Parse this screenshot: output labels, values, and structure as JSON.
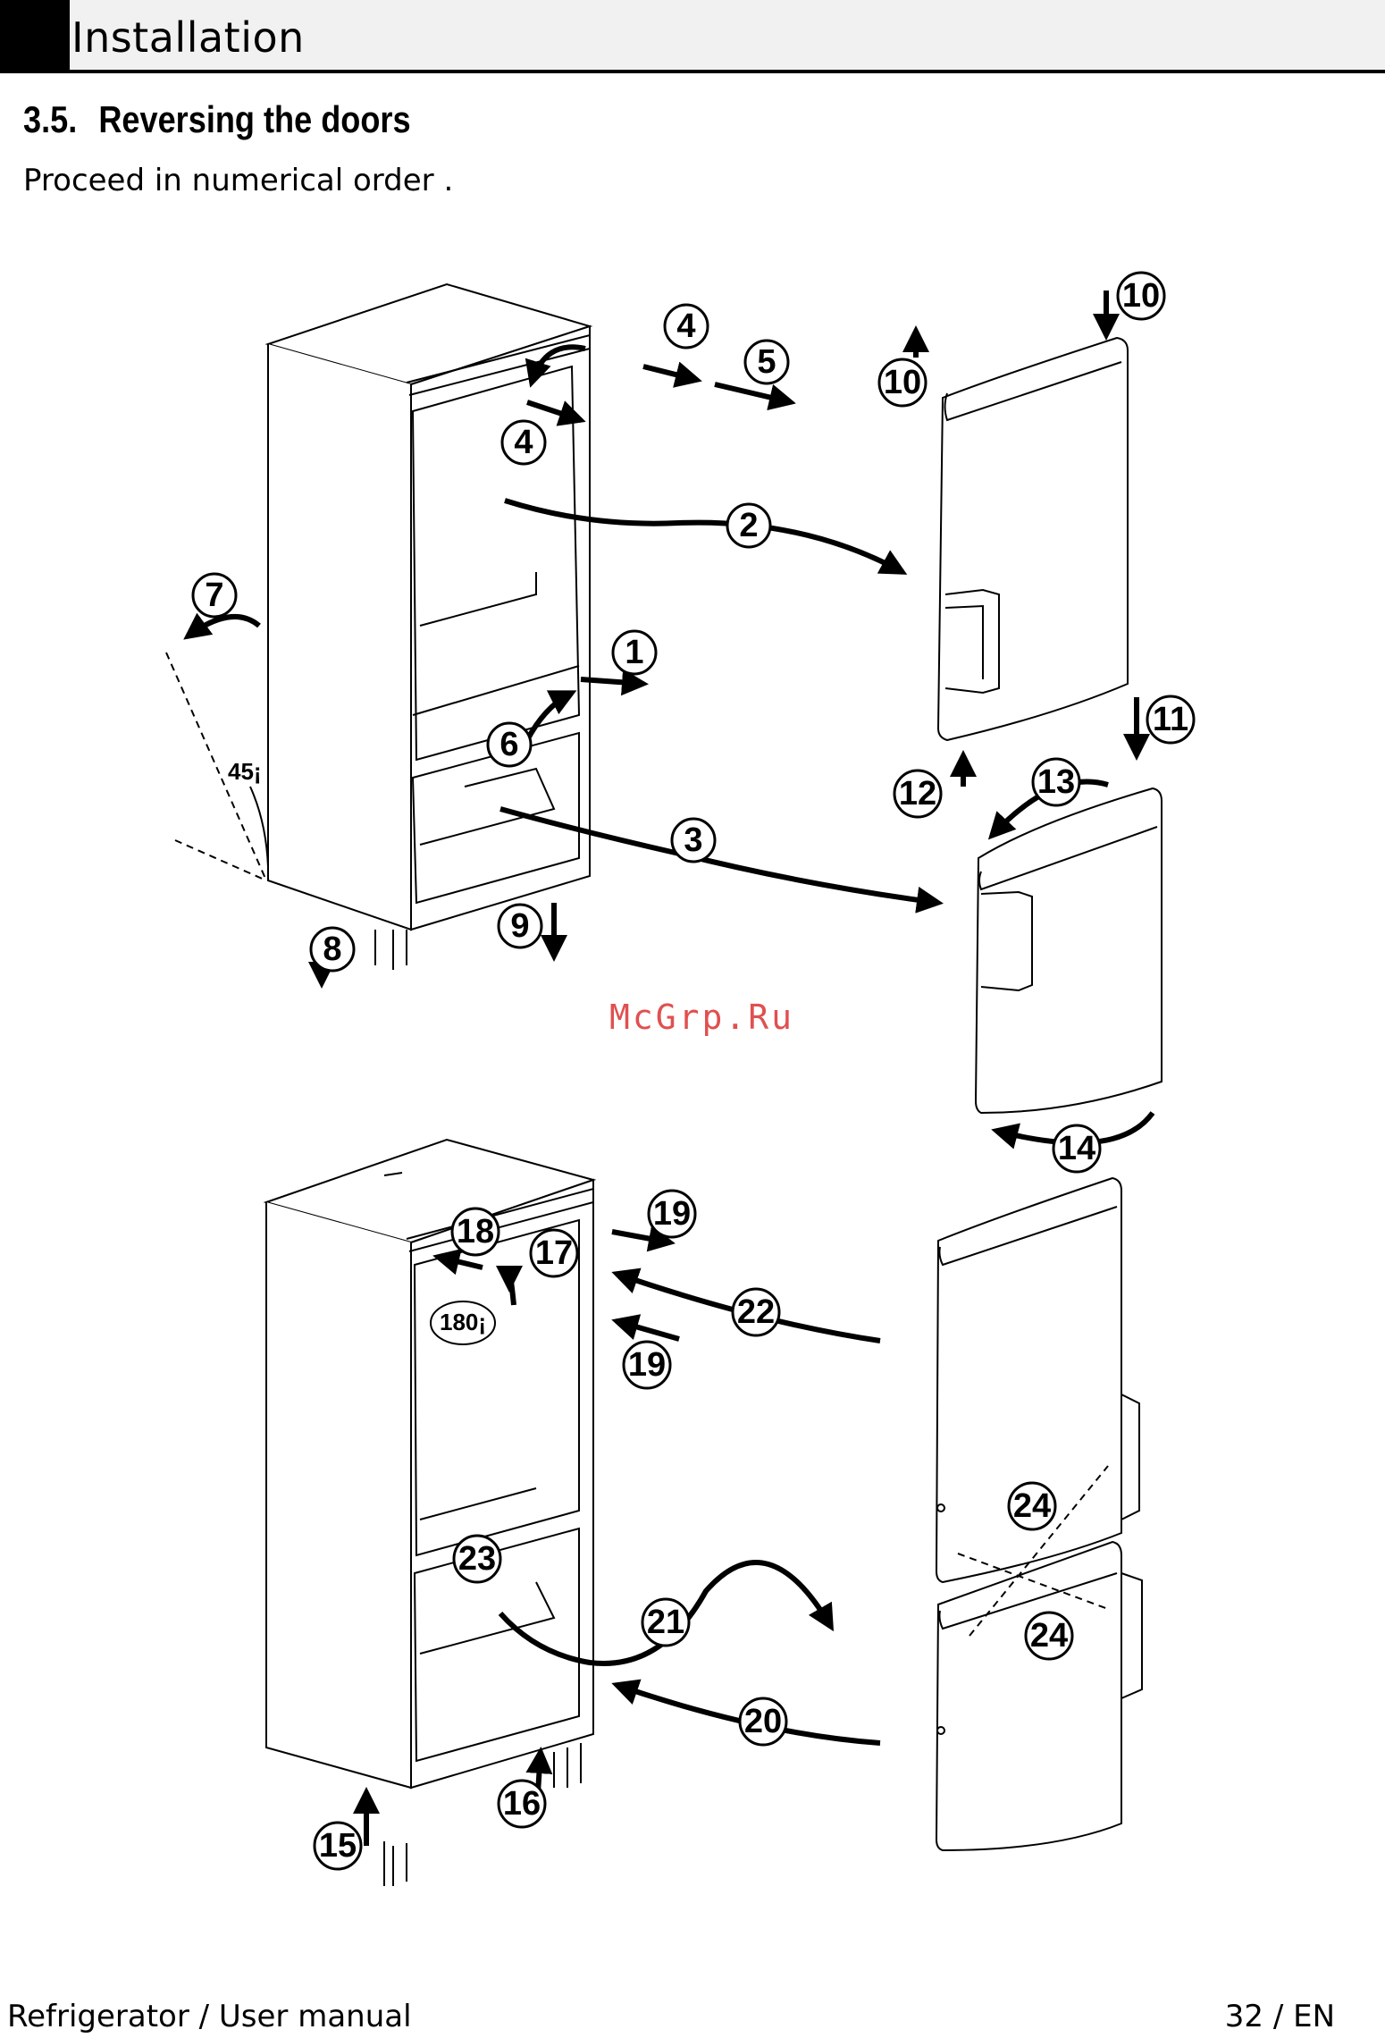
{
  "header": {
    "title": "Installation"
  },
  "section": {
    "number": "3.5.",
    "title": "Reversing the doors"
  },
  "intro": "Proceed in numerical order .",
  "diagram": {
    "angle_labels": [
      "45¡",
      "180¡"
    ],
    "steps": [
      "1",
      "2",
      "3",
      "4",
      "4",
      "5",
      "6",
      "7",
      "8",
      "9",
      "10",
      "10",
      "11",
      "12",
      "13",
      "14",
      "15",
      "16",
      "17",
      "18",
      "19",
      "19",
      "20",
      "21",
      "22",
      "23",
      "24",
      "24"
    ]
  },
  "watermark": "McGrp.Ru",
  "footer": {
    "left": "Refrigerator / User manual",
    "right": "32 / EN"
  }
}
